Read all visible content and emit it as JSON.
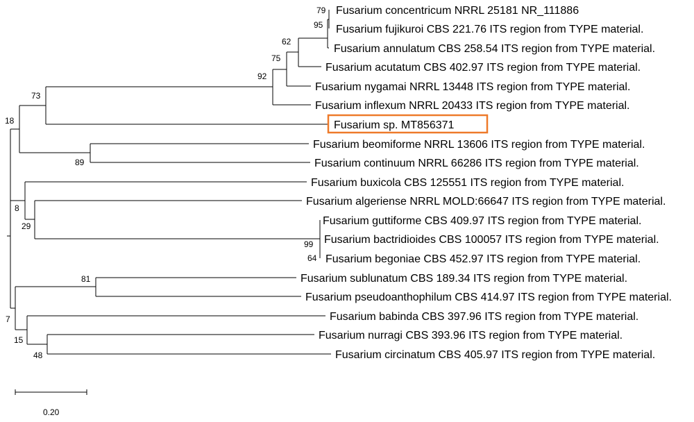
{
  "colors": {
    "line": "#000000",
    "text": "#000000",
    "highlight": "#ee7a2a"
  },
  "highlighted_taxon": "Fusarium sp. MT856371",
  "taxa": [
    "Fusarium concentricum NRRL 25181 NR_111886",
    "Fusarium fujikuroi CBS 221.76 ITS region from TYPE material.",
    "Fusarium annulatum CBS 258.54 ITS region from TYPE material.",
    "Fusarium acutatum CBS 402.97 ITS region from TYPE material.",
    "Fusarium nygamai NRRL 13448 ITS region from TYPE material.",
    "Fusarium inflexum NRRL 20433 ITS region from TYPE material.",
    "Fusarium sp. MT856371",
    "Fusarium beomiforme NRRL 13606 ITS region from TYPE material.",
    "Fusarium continuum NRRL 66286 ITS region from TYPE material.",
    "Fusarium buxicola CBS 125551 ITS region from TYPE material.",
    "Fusarium algeriense NRRL MOLD:66647 ITS region from TYPE material.",
    "Fusarium guttiforme CBS 409.97 ITS region from TYPE material.",
    "Fusarium bactridioides CBS 100057 ITS region from TYPE material.",
    "Fusarium begoniae CBS 452.97 ITS region from TYPE material.",
    "Fusarium sublunatum CBS 189.34 ITS region from TYPE material.",
    "Fusarium pseudoanthophilum CBS 414.97 ITS region from TYPE material.",
    "Fusarium babinda CBS 397.96 ITS region from TYPE material.",
    "Fusarium nurragi CBS 393.96 ITS region from TYPE material.",
    "Fusarium circinatum CBS 405.97 ITS region from TYPE material."
  ],
  "bootstrap_values": [
    "79",
    "95",
    "62",
    "75",
    "92",
    "73",
    "18",
    "89",
    "8",
    "29",
    "99",
    "64",
    "81",
    "7",
    "15",
    "48"
  ],
  "scale_bar": {
    "value": 0.2,
    "label": "0.20"
  }
}
